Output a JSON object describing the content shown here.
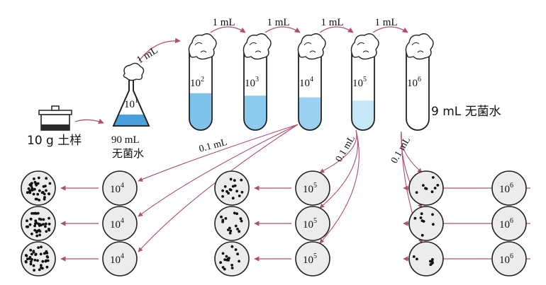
{
  "sample": {
    "label": "10 g 土样"
  },
  "flask": {
    "volume": "90 mL",
    "water": "无菌水",
    "dilution_base": "10",
    "dilution_exp": "1"
  },
  "transfer_volume": "1 mL",
  "tubes": [
    {
      "base": "10",
      "exp": "2",
      "fill": 0.45,
      "color": "#7fc3ea"
    },
    {
      "base": "10",
      "exp": "3",
      "fill": 0.42,
      "color": "#8ccbee"
    },
    {
      "base": "10",
      "exp": "4",
      "fill": 0.4,
      "color": "#9ad2f0"
    },
    {
      "base": "10",
      "exp": "5",
      "fill": 0.36,
      "color": "#c6e8f6"
    },
    {
      "base": "10",
      "exp": "6",
      "fill": 0.0,
      "color": "#ffffff"
    }
  ],
  "tube_water_label": "9 mL 无菌水",
  "plating_volume": "0.1 mL",
  "plate_groups": [
    {
      "base": "10",
      "exp": "4",
      "colony_density": "high"
    },
    {
      "base": "10",
      "exp": "5",
      "colony_density": "medium"
    },
    {
      "base": "10",
      "exp": "6",
      "colony_density": "low"
    }
  ],
  "colors": {
    "arrow": "#b0506e",
    "dish": "#ececec",
    "outline": "#222222",
    "liquid": "#4aa0dc"
  }
}
